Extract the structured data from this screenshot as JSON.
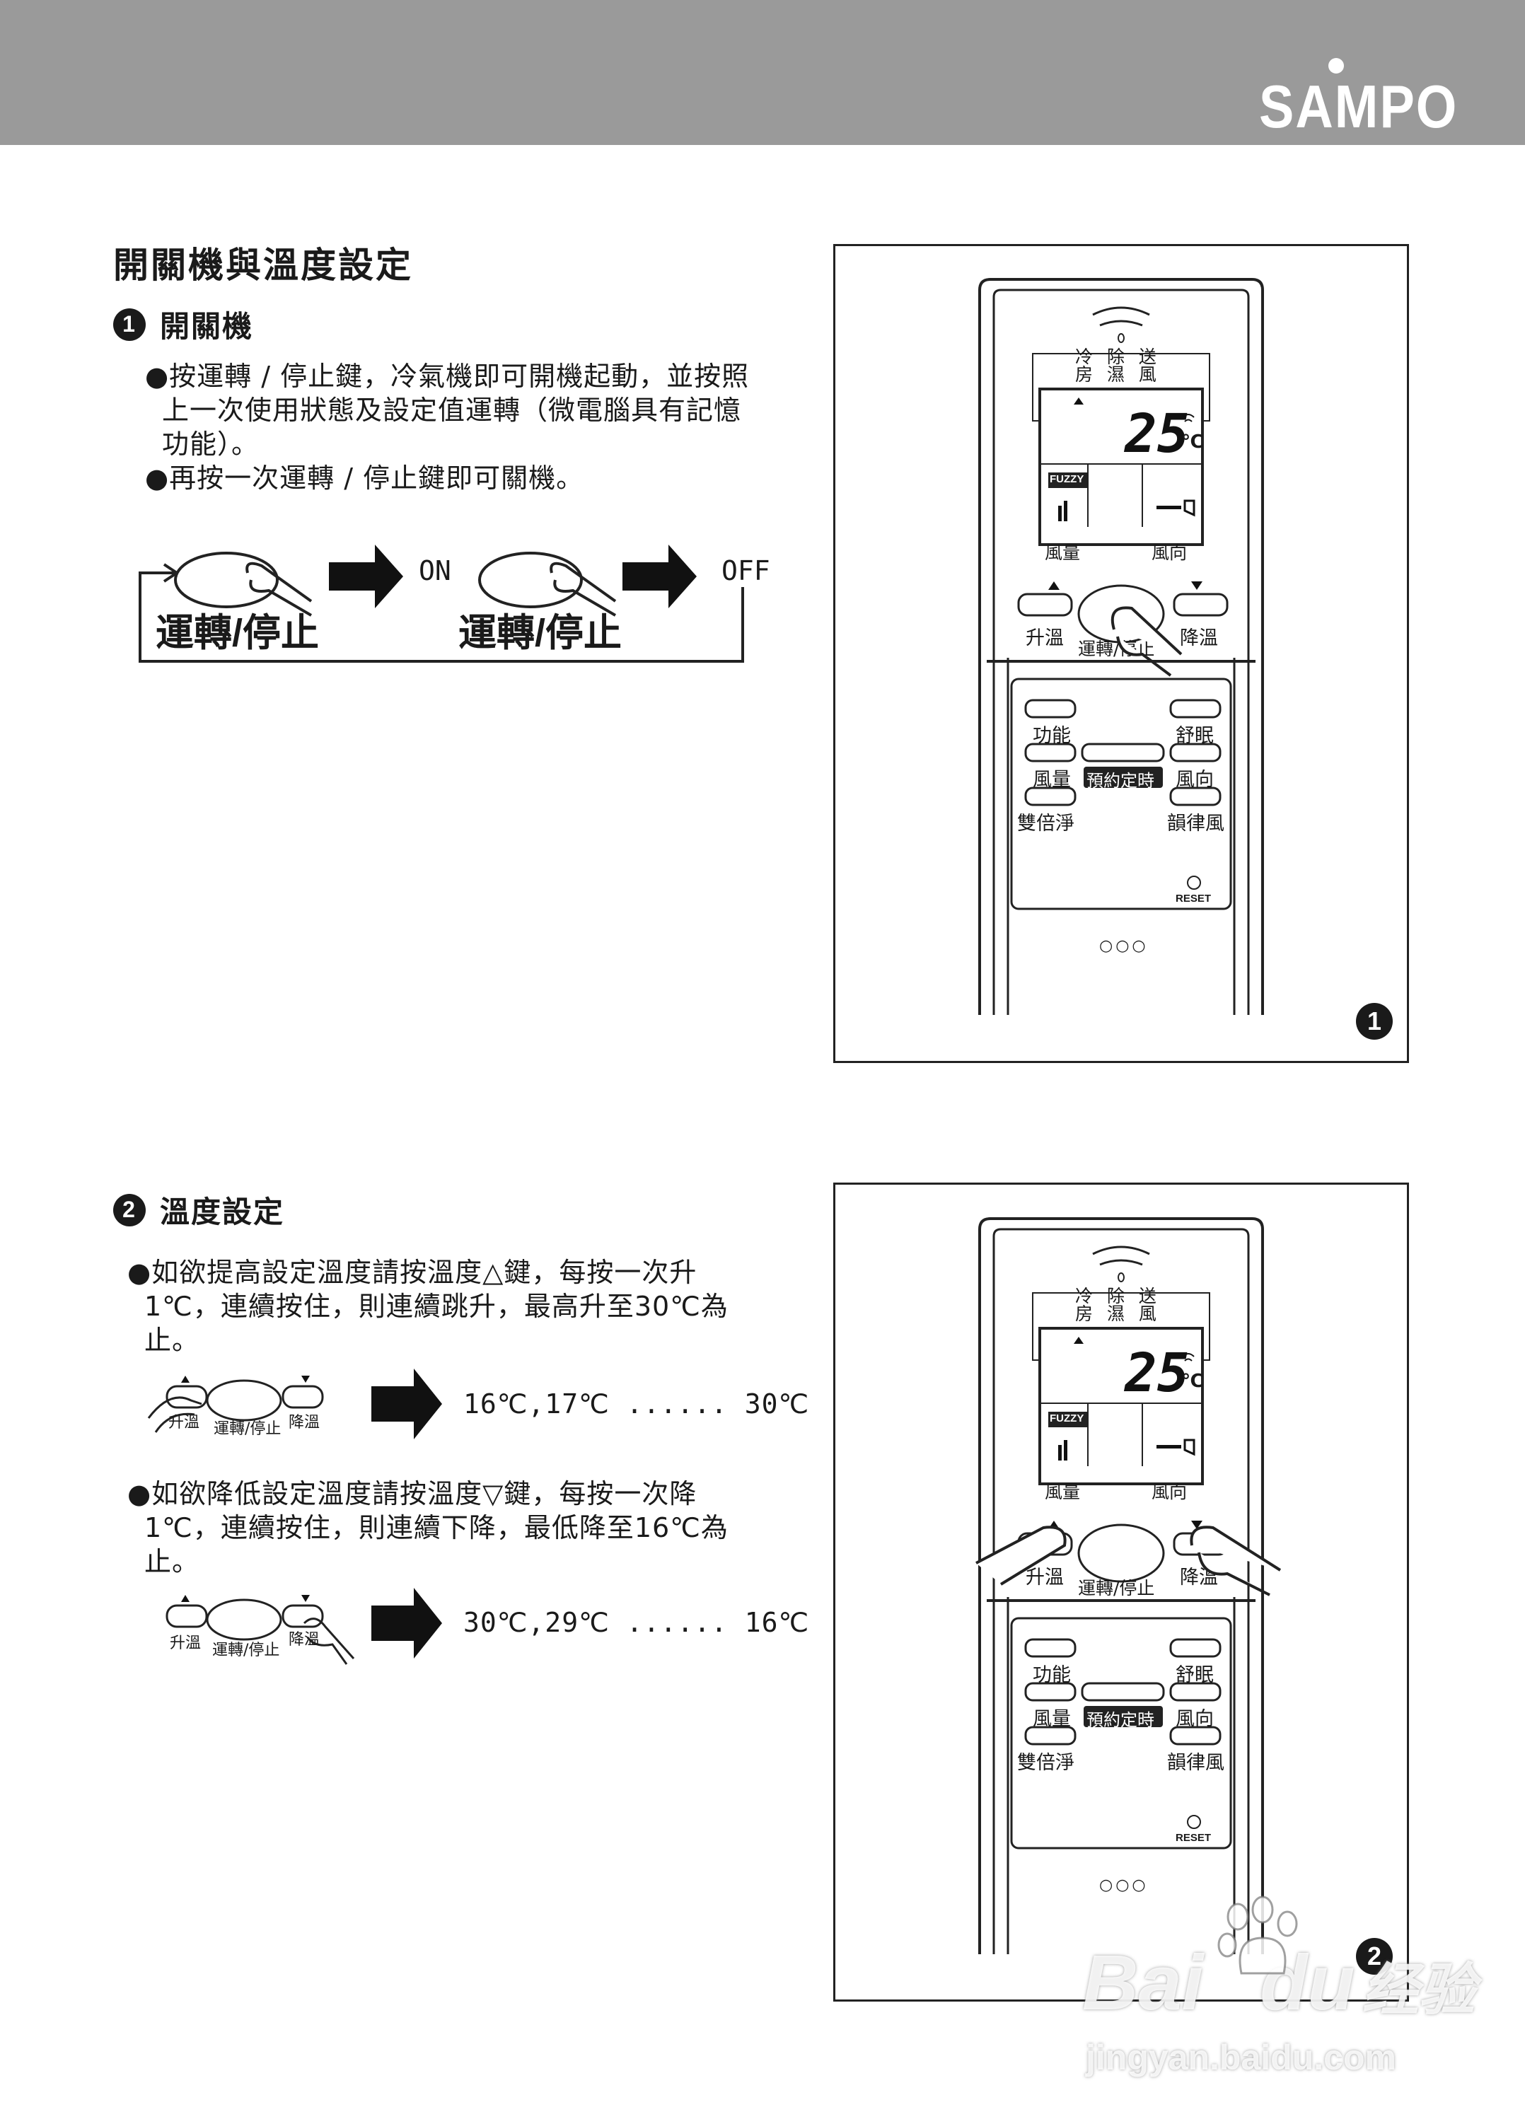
{
  "header": {
    "brand": "SAMPO"
  },
  "section": {
    "title": "開關機與溫度設定"
  },
  "power": {
    "number": "1",
    "title": "開關機",
    "bullets": [
      [
        "●按運轉 / 停止鍵，冷氣機即可開機起動，並按照",
        "上一次使用狀態及設定值運轉（微電腦具有記憶",
        "功能）。"
      ],
      [
        "●再按一次運轉 / 停止鍵即可關機。"
      ]
    ],
    "diagram": {
      "button_label": "運轉/停止",
      "on_label": "ON",
      "off_label": "OFF"
    }
  },
  "temperature": {
    "number": "2",
    "title": "溫度設定",
    "raise_text": [
      "●如欲提高設定溫度請按溫度△鍵，每按一次升",
      "1℃，連續按住，則連續跳升，最高升至30℃為",
      "止。"
    ],
    "raise_sequence": "16℃,17℃ ...... 30℃",
    "lower_text": [
      "●如欲降低設定溫度請按溫度▽鍵，每按一次降",
      "1℃，連續按住，則連續下降，最低降至16℃為",
      "止。"
    ],
    "lower_sequence": "30℃,29℃ ...... 16℃",
    "mini_remote": {
      "up_label": "升溫",
      "power_label": "運轉/停止",
      "down_label": "降溫"
    }
  },
  "remote": {
    "modes_top": "冷 除 送",
    "modes_bottom": "房 濕 風",
    "temperature_display": "25",
    "unit": "℃",
    "fuzzy": "FUZZY",
    "fan_label": "風量",
    "direction_label": "風向",
    "up_label": "升溫",
    "power_label": "運轉/停止",
    "down_label": "降溫",
    "function_label": "功能",
    "sleep_label": "舒眠",
    "fan_button_label": "風量",
    "timer_label": "預約定時",
    "direction_button_label": "風向",
    "double_label": "雙倍淨",
    "rhythm_label": "韻律風",
    "reset_label": "RESET",
    "dots": "○○○"
  },
  "figure_numbers": [
    "1",
    "2"
  ],
  "watermark": {
    "main": "Bai",
    "du": "du",
    "cn": "经验",
    "url": "jingyan.baidu.com"
  }
}
